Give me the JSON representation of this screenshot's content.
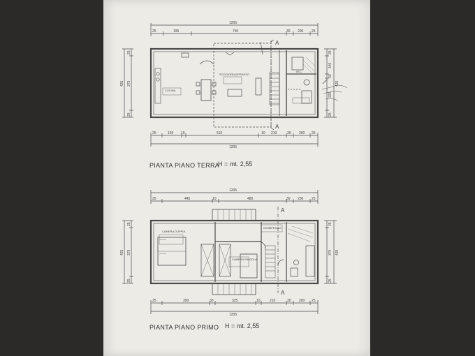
{
  "floors": [
    {
      "id": "ground",
      "title": "PIANTA PIANO TERRA",
      "height_label": "H = mt. 2,55",
      "top_dims": [
        "1205",
        "25",
        "195",
        "740",
        "30",
        "200",
        "25"
      ],
      "bottom_dims": [
        "25",
        "165",
        "10",
        "515",
        "10",
        "210",
        "30",
        "200",
        "25"
      ],
      "bottom_total": "1205",
      "left_dims": [
        "425",
        "25",
        "375",
        "25"
      ],
      "right_dims": [
        "425",
        "25",
        "140",
        "30",
        "220",
        "25"
      ],
      "rooms": [
        "CUCINA",
        "SOGGIORNO/PRANZO",
        "W.C."
      ],
      "section_mark": "A"
    },
    {
      "id": "first",
      "title": "PIANTA PIANO PRIMO",
      "height_label": "H = mt. 2,55",
      "top_dims": [
        "1205",
        "25",
        "445",
        "10",
        "480",
        "30",
        "200",
        "25"
      ],
      "bottom_dims": [
        "25",
        "390",
        "30",
        "325",
        "10",
        "210",
        "30",
        "200",
        "25"
      ],
      "bottom_total": "1205",
      "left_dims": [
        "425",
        "25",
        "375",
        "25"
      ],
      "right_dims": [
        "425",
        "25",
        "375",
        "25"
      ],
      "rooms": [
        "CAMERA DOPPIA",
        "CAMERA SINGOLA",
        "DISIMPEGNO"
      ],
      "section_mark": "A"
    }
  ],
  "colors": {
    "paper": "#ecebe6",
    "ink": "#4a4a4a",
    "background": "#2b2a28"
  }
}
